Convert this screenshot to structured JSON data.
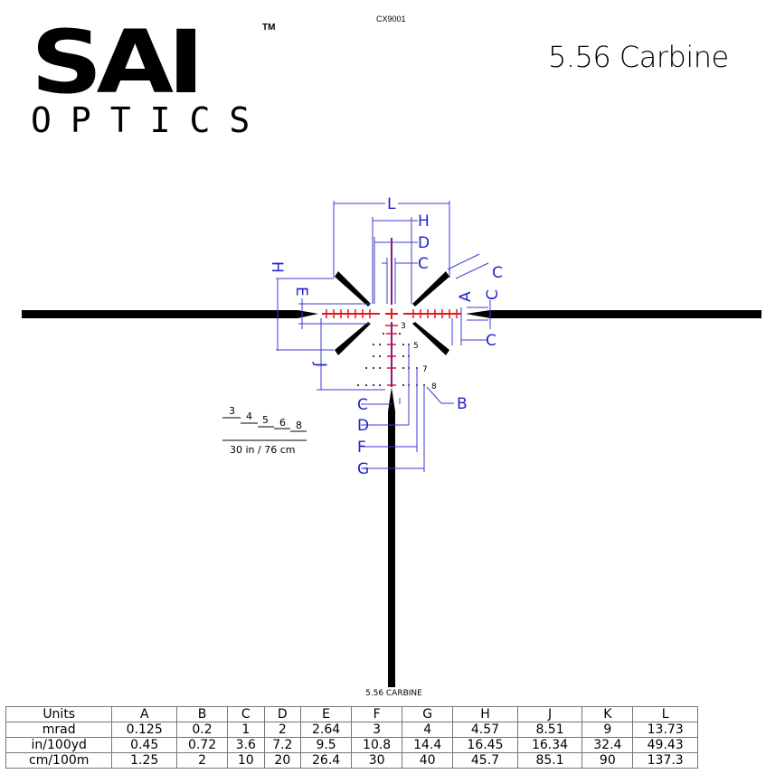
{
  "header": {
    "logo_main": "SAI",
    "logo_tm": "TM",
    "logo_sub": "OPTICS",
    "code": "CX9001",
    "title": "5.56 Carbine"
  },
  "reticle": {
    "bottom_label": "5.56 CARBINE",
    "dim_labels": [
      "L",
      "H",
      "D",
      "C",
      "C",
      "C",
      "A",
      "C",
      "H",
      "E",
      "J",
      "C",
      "D",
      "F",
      "G",
      "B"
    ],
    "stadia_numbers": [
      "3",
      "5",
      "7",
      "8"
    ],
    "colors": {
      "post": "#000000",
      "center": "#e8141e",
      "dimension": "#2222cc",
      "stadia_line": "#8a1a7a"
    }
  },
  "legend": {
    "numbers": [
      "3",
      "4",
      "5",
      "6",
      "8"
    ],
    "range": "30 in / 76 cm"
  },
  "table": {
    "headers": [
      "Units",
      "A",
      "B",
      "C",
      "D",
      "E",
      "F",
      "G",
      "H",
      "J",
      "K",
      "L"
    ],
    "rows": [
      [
        "mrad",
        "0.125",
        "0.2",
        "1",
        "2",
        "2.64",
        "3",
        "4",
        "4.57",
        "8.51",
        "9",
        "13.73"
      ],
      [
        "in/100yd",
        "0.45",
        "0.72",
        "3.6",
        "7.2",
        "9.5",
        "10.8",
        "14.4",
        "16.45",
        "16.34",
        "32.4",
        "49.43"
      ],
      [
        "cm/100m",
        "1.25",
        "2",
        "10",
        "20",
        "26.4",
        "30",
        "40",
        "45.7",
        "85.1",
        "90",
        "137.3"
      ]
    ]
  }
}
